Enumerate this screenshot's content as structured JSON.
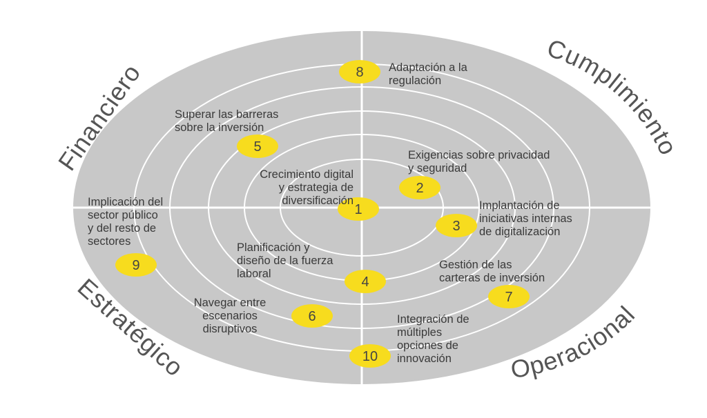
{
  "colors": {
    "disc": "#c8c8c8",
    "rings": "#ffffff",
    "badge": "#f7dc1e",
    "text": "#3a3a3a",
    "quadrant_text": "#555555"
  },
  "quadrants": {
    "financiero": "Financiero",
    "cumplimiento": "Cumplimiento",
    "estrategico": "Estratégico",
    "operacional": "Operacional"
  },
  "items": [
    {
      "number": "1",
      "lines": [
        "Crecimiento digital",
        "y estrategia de",
        "diversificación"
      ]
    },
    {
      "number": "2",
      "lines": [
        "Exigencias sobre privacidad",
        "y seguridad"
      ]
    },
    {
      "number": "3",
      "lines": [
        "Implantación de",
        "iniciativas internas",
        "de digitalización"
      ]
    },
    {
      "number": "4",
      "lines": [
        "Planificación y",
        "diseño de la fuerza",
        "laboral"
      ]
    },
    {
      "number": "5",
      "lines": [
        "Superar las barreras",
        "sobre la inversión"
      ]
    },
    {
      "number": "6",
      "lines": [
        "Navegar entre",
        "escenarios",
        "disruptivos"
      ]
    },
    {
      "number": "7",
      "lines": [
        "Gestión de las",
        "carteras de inversión"
      ]
    },
    {
      "number": "8",
      "lines": [
        "Adaptación a la",
        "regulación"
      ]
    },
    {
      "number": "9",
      "lines": [
        "Implicación del",
        "sector público",
        "y del resto de",
        "sectores"
      ]
    },
    {
      "number": "10",
      "lines": [
        "Integración de",
        "múltiples",
        "opciones de",
        "innovación"
      ]
    }
  ]
}
